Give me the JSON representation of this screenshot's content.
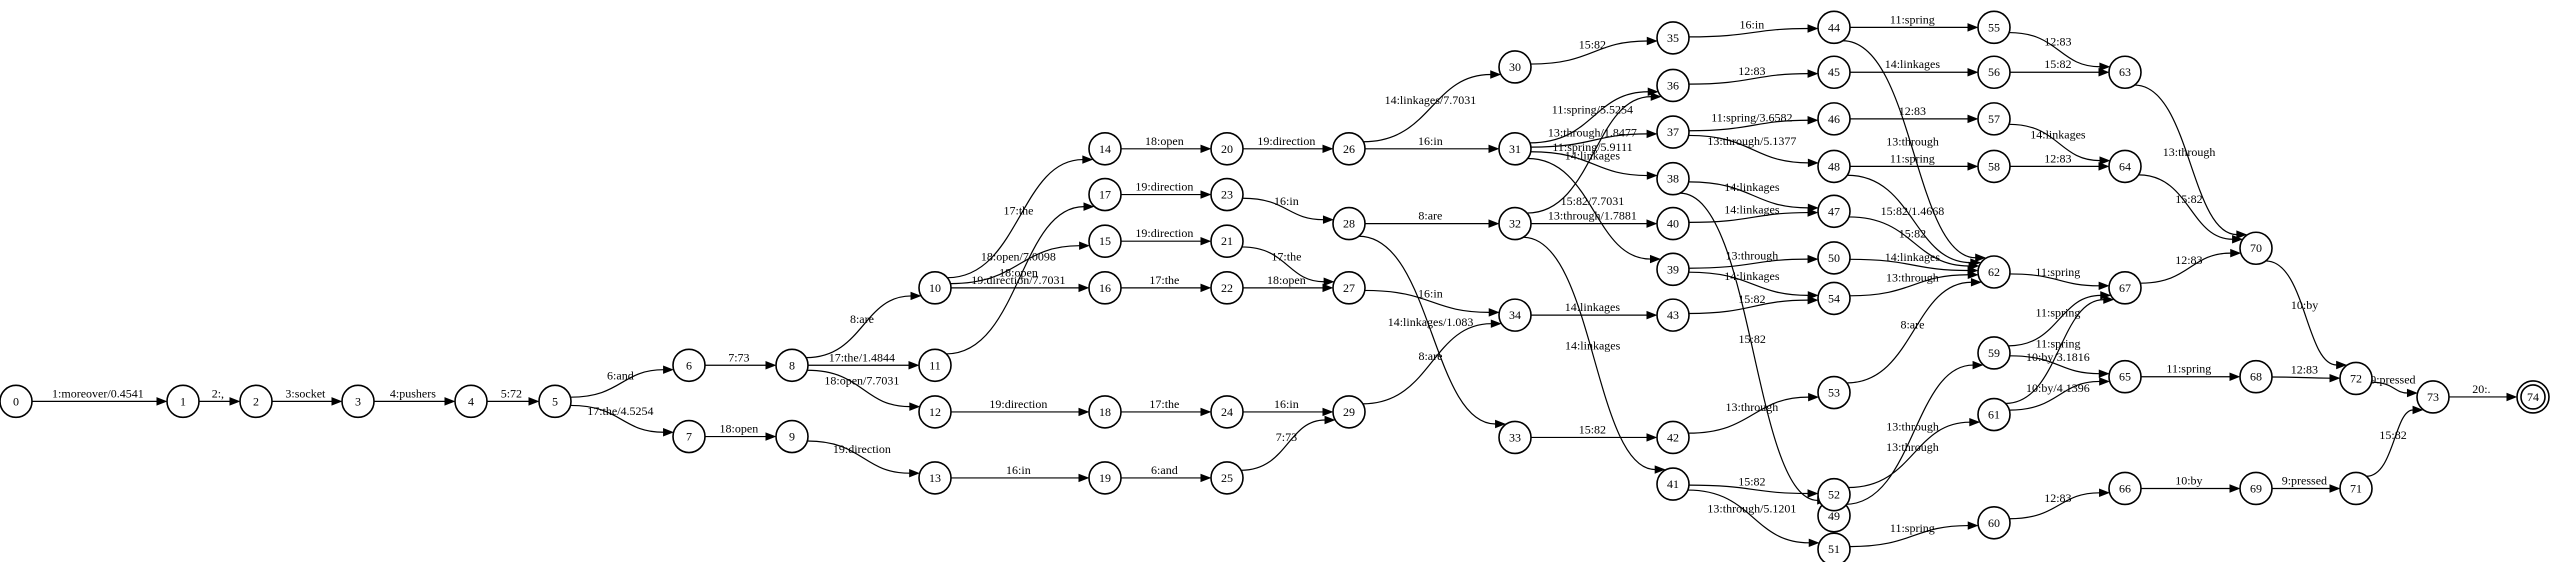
{
  "graph": {
    "start": "0",
    "final": [
      "74"
    ],
    "nodes": [
      "0",
      "1",
      "2",
      "3",
      "4",
      "5",
      "6",
      "7",
      "8",
      "9",
      "10",
      "11",
      "12",
      "13",
      "14",
      "15",
      "16",
      "17",
      "18",
      "19",
      "20",
      "21",
      "22",
      "23",
      "24",
      "25",
      "26",
      "27",
      "28",
      "29",
      "30",
      "31",
      "32",
      "33",
      "34",
      "35",
      "36",
      "37",
      "38",
      "39",
      "40",
      "41",
      "42",
      "43",
      "44",
      "45",
      "46",
      "47",
      "48",
      "49",
      "50",
      "51",
      "52",
      "53",
      "54",
      "55",
      "56",
      "57",
      "58",
      "59",
      "60",
      "61",
      "62",
      "63",
      "64",
      "65",
      "66",
      "67",
      "68",
      "69",
      "70",
      "71",
      "72",
      "73",
      "74"
    ],
    "edges": [
      {
        "from": "0",
        "to": "1",
        "label": "1:moreover/0.4541"
      },
      {
        "from": "1",
        "to": "2",
        "label": "2:,"
      },
      {
        "from": "2",
        "to": "3",
        "label": "3:socket"
      },
      {
        "from": "3",
        "to": "4",
        "label": "4:pushers"
      },
      {
        "from": "4",
        "to": "5",
        "label": "5:72"
      },
      {
        "from": "5",
        "to": "6",
        "label": "6:and"
      },
      {
        "from": "5",
        "to": "7",
        "label": "17:the/4.5254"
      },
      {
        "from": "6",
        "to": "8",
        "label": "7:73"
      },
      {
        "from": "7",
        "to": "9",
        "label": "18:open"
      },
      {
        "from": "8",
        "to": "10",
        "label": "8:are"
      },
      {
        "from": "8",
        "to": "11",
        "label": "17:the/1.4844"
      },
      {
        "from": "8",
        "to": "12",
        "label": "18:open/7.7031"
      },
      {
        "from": "9",
        "to": "13",
        "label": "19:direction"
      },
      {
        "from": "10",
        "to": "14",
        "label": "17:the"
      },
      {
        "from": "10",
        "to": "15",
        "label": "18:open/7.0098"
      },
      {
        "from": "10",
        "to": "16",
        "label": "19:direction/7.7031"
      },
      {
        "from": "11",
        "to": "17",
        "label": "18:open"
      },
      {
        "from": "12",
        "to": "18",
        "label": "19:direction"
      },
      {
        "from": "13",
        "to": "19",
        "label": "16:in"
      },
      {
        "from": "14",
        "to": "20",
        "label": "18:open"
      },
      {
        "from": "15",
        "to": "21",
        "label": "19:direction"
      },
      {
        "from": "16",
        "to": "22",
        "label": "17:the"
      },
      {
        "from": "17",
        "to": "23",
        "label": "19:direction"
      },
      {
        "from": "18",
        "to": "24",
        "label": "17:the"
      },
      {
        "from": "19",
        "to": "25",
        "label": "6:and"
      },
      {
        "from": "20",
        "to": "26",
        "label": "19:direction"
      },
      {
        "from": "21",
        "to": "27",
        "label": "17:the"
      },
      {
        "from": "22",
        "to": "27",
        "label": "18:open"
      },
      {
        "from": "23",
        "to": "28",
        "label": "16:in"
      },
      {
        "from": "24",
        "to": "29",
        "label": "16:in"
      },
      {
        "from": "25",
        "to": "29",
        "label": "7:73"
      },
      {
        "from": "26",
        "to": "30",
        "label": "14:linkages/7.7031"
      },
      {
        "from": "26",
        "to": "31",
        "label": "16:in"
      },
      {
        "from": "27",
        "to": "34",
        "label": "16:in"
      },
      {
        "from": "28",
        "to": "32",
        "label": "8:are"
      },
      {
        "from": "28",
        "to": "33",
        "label": "14:linkages/1.083"
      },
      {
        "from": "29",
        "to": "34",
        "label": "8:are"
      },
      {
        "from": "30",
        "to": "35",
        "label": "15:82"
      },
      {
        "from": "31",
        "to": "36",
        "label": "11:spring/5.5254"
      },
      {
        "from": "31",
        "to": "37",
        "label": "13:through/1.8477"
      },
      {
        "from": "31",
        "to": "38",
        "label": "14:linkages"
      },
      {
        "from": "31",
        "to": "39",
        "label": "15:82/7.7031"
      },
      {
        "from": "32",
        "to": "36",
        "label": "11:spring/5.9111"
      },
      {
        "from": "32",
        "to": "40",
        "label": "13:through/1.7881"
      },
      {
        "from": "32",
        "to": "41",
        "label": "14:linkages"
      },
      {
        "from": "33",
        "to": "42",
        "label": "15:82"
      },
      {
        "from": "34",
        "to": "43",
        "label": "14:linkages"
      },
      {
        "from": "35",
        "to": "44",
        "label": "16:in"
      },
      {
        "from": "36",
        "to": "45",
        "label": "12:83"
      },
      {
        "from": "37",
        "to": "46",
        "label": "11:spring/3.6582"
      },
      {
        "from": "37",
        "to": "48",
        "label": "13:through/5.1377"
      },
      {
        "from": "38",
        "to": "47",
        "label": "14:linkages"
      },
      {
        "from": "38",
        "to": "49",
        "label": "15:82"
      },
      {
        "from": "39",
        "to": "50",
        "label": "13:through"
      },
      {
        "from": "39",
        "to": "54",
        "label": "14:linkages"
      },
      {
        "from": "40",
        "to": "47",
        "label": "14:linkages"
      },
      {
        "from": "41",
        "to": "52",
        "label": "15:82"
      },
      {
        "from": "41",
        "to": "51",
        "label": "13:through/5.1201"
      },
      {
        "from": "42",
        "to": "53",
        "label": "13:through"
      },
      {
        "from": "43",
        "to": "54",
        "label": "15:82"
      },
      {
        "from": "44",
        "to": "55",
        "label": "11:spring"
      },
      {
        "from": "44",
        "to": "62",
        "label": "13:through"
      },
      {
        "from": "45",
        "to": "56",
        "label": "14:linkages"
      },
      {
        "from": "46",
        "to": "57",
        "label": "12:83"
      },
      {
        "from": "47",
        "to": "62",
        "label": "15:82"
      },
      {
        "from": "48",
        "to": "58",
        "label": "11:spring"
      },
      {
        "from": "48",
        "to": "62",
        "label": "15:82/1.4668"
      },
      {
        "from": "49",
        "to": "59",
        "label": "13:through"
      },
      {
        "from": "50",
        "to": "62",
        "label": "14:linkages"
      },
      {
        "from": "51",
        "to": "60",
        "label": "11:spring"
      },
      {
        "from": "52",
        "to": "61",
        "label": "13:through"
      },
      {
        "from": "53",
        "to": "62",
        "label": "8:are"
      },
      {
        "from": "54",
        "to": "62",
        "label": "13:through"
      },
      {
        "from": "55",
        "to": "63",
        "label": "12:83"
      },
      {
        "from": "56",
        "to": "63",
        "label": "15:82"
      },
      {
        "from": "57",
        "to": "64",
        "label": "14:linkages"
      },
      {
        "from": "58",
        "to": "64",
        "label": "12:83"
      },
      {
        "from": "59",
        "to": "67",
        "label": "11:spring"
      },
      {
        "from": "59",
        "to": "65",
        "label": "10:by/3.1816"
      },
      {
        "from": "60",
        "to": "66",
        "label": "12:83"
      },
      {
        "from": "61",
        "to": "67",
        "label": "11:spring"
      },
      {
        "from": "61",
        "to": "65",
        "label": "10:by/4.1396"
      },
      {
        "from": "62",
        "to": "67",
        "label": "11:spring"
      },
      {
        "from": "63",
        "to": "70",
        "label": "13:through"
      },
      {
        "from": "64",
        "to": "70",
        "label": "15:82"
      },
      {
        "from": "65",
        "to": "68",
        "label": "11:spring"
      },
      {
        "from": "66",
        "to": "69",
        "label": "10:by"
      },
      {
        "from": "67",
        "to": "70",
        "label": "12:83"
      },
      {
        "from": "68",
        "to": "72",
        "label": "12:83"
      },
      {
        "from": "69",
        "to": "71",
        "label": "9:pressed"
      },
      {
        "from": "70",
        "to": "72",
        "label": "10:by"
      },
      {
        "from": "71",
        "to": "73",
        "label": "15:82"
      },
      {
        "from": "72",
        "to": "73",
        "label": "9:pressed"
      },
      {
        "from": "73",
        "to": "74",
        "label": "20:."
      }
    ]
  }
}
